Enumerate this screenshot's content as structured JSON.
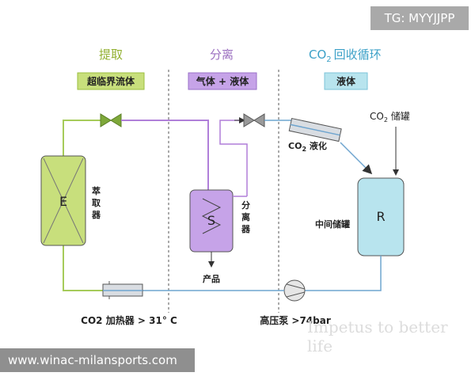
{
  "sections": {
    "extraction": {
      "title": "提取",
      "tag": "超临界流体"
    },
    "separation": {
      "title": "分离",
      "tag": "气体 + 液体"
    },
    "recovery": {
      "title_prefix": "CO",
      "title_sub": "2",
      "title_suffix": "回收循环",
      "tag": "液体"
    }
  },
  "components": {
    "extractor": {
      "symbol": "E",
      "label": "萃取器"
    },
    "separator": {
      "symbol": "S",
      "label": "分离器"
    },
    "tank": {
      "symbol": "R",
      "label": "中间储罐"
    },
    "product": "产品",
    "co2_storage": {
      "prefix": "CO",
      "sub": "2",
      "suffix": " 储罐"
    },
    "co2_liquefy": {
      "prefix": "CO",
      "sub": "2",
      "suffix": " 液化"
    },
    "heater": "CO2 加热器 > 31° C",
    "pump": "高压泵 >74bar"
  },
  "watermarks": {
    "tg": "TG: MYYJJPP",
    "url": "www.winac-milansports.com",
    "slogan": "Impetus to better life"
  },
  "colors": {
    "extraction_title": "#92b030",
    "extraction_fill": "#c8df7c",
    "separation_title": "#9b6fc0",
    "separation_fill": "#c6a3e8",
    "recovery_title": "#3ba0c7",
    "recovery_fill": "#b8e4ee",
    "green_line": "#a6cb5a",
    "purple_line": "#b07fd9",
    "blue_line": "#6fa5cf"
  }
}
